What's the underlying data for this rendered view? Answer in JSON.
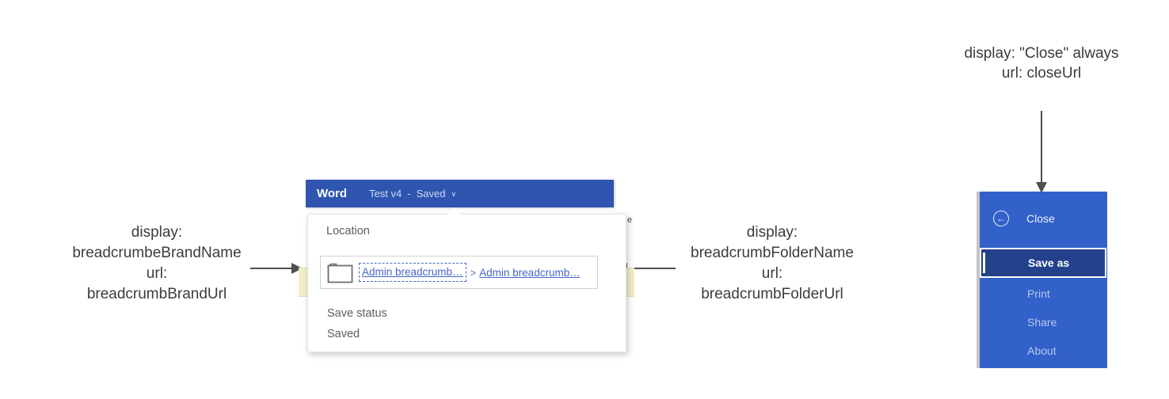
{
  "annotations": {
    "brand_label": {
      "lines": [
        "display:",
        "breadcrumbeBrandName",
        "url:",
        "breadcrumbBrandUrl"
      ]
    },
    "folder_label": {
      "lines": [
        "display:",
        "breadcrumbFolderName",
        "url:",
        "breadcrumbFolderUrl"
      ]
    },
    "close_label": {
      "lines": [
        "display: \"Close\" always",
        "url: closeUrl"
      ]
    }
  },
  "word_popup": {
    "header": {
      "app_name": "Word",
      "title": "Test v4",
      "dash": "-",
      "status": "Saved"
    },
    "panel": {
      "location_label": "Location",
      "breadcrumb_brand": "Admin breadcrumb…",
      "breadcrumb_separator": ">",
      "breadcrumb_folder": "Admin breadcrumb…",
      "save_status_label": "Save status",
      "save_status_value": "Saved"
    },
    "background_fragment": "e"
  },
  "file_menu": {
    "items": [
      {
        "label": "Close",
        "selected": false
      },
      {
        "label": "Save as",
        "selected": true
      },
      {
        "label": "Print",
        "selected": false
      },
      {
        "label": "Share",
        "selected": false
      },
      {
        "label": "About",
        "selected": false
      }
    ]
  },
  "icons": {
    "chevron_down": "∨",
    "back_arrow": "←"
  },
  "colors": {
    "word_header_blue": "#2f55b1",
    "menu_panel_blue": "#3261ca",
    "menu_selected_navy": "#24418c",
    "link_blue": "#4565c8",
    "banner_yellow": "#f3eecb",
    "annotation_gray": "#3c3c3c",
    "arrow_gray": "#4f4f4f"
  }
}
